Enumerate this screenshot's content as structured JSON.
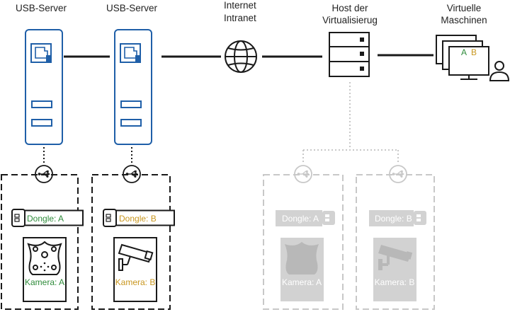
{
  "labels": {
    "usb_server_1": "USB-Server",
    "usb_server_2": "USB-Server",
    "internet_line1": "Internet",
    "internet_line2": "Intranet",
    "host_line1": "Host der",
    "host_line2": "Virtualisierug",
    "vm_line1": "Virtuelle",
    "vm_line2": "Maschinen",
    "vm_screen_a": "A",
    "vm_screen_b": "B"
  },
  "groups": [
    {
      "dongle": "Dongle: A",
      "camera": "Kamera: A",
      "active": true,
      "accent": "#2e8b3a"
    },
    {
      "dongle": "Dongle: B",
      "camera": "Kamera: B",
      "active": true,
      "accent": "#c8961e"
    },
    {
      "dongle": "Dongle: A",
      "camera": "Kamera: A",
      "active": false,
      "accent": "#ffffff"
    },
    {
      "dongle": "Dongle: B",
      "camera": "Kamera: B",
      "active": false,
      "accent": "#ffffff"
    }
  ],
  "colors": {
    "server_blue": "#1f5fa8",
    "line_dark": "#1a1a1a",
    "inactive_gray": "#c8c8c8",
    "inactive_fill": "#d2d2d2",
    "label_green": "#2e8b3a",
    "label_orange": "#c8961e"
  }
}
